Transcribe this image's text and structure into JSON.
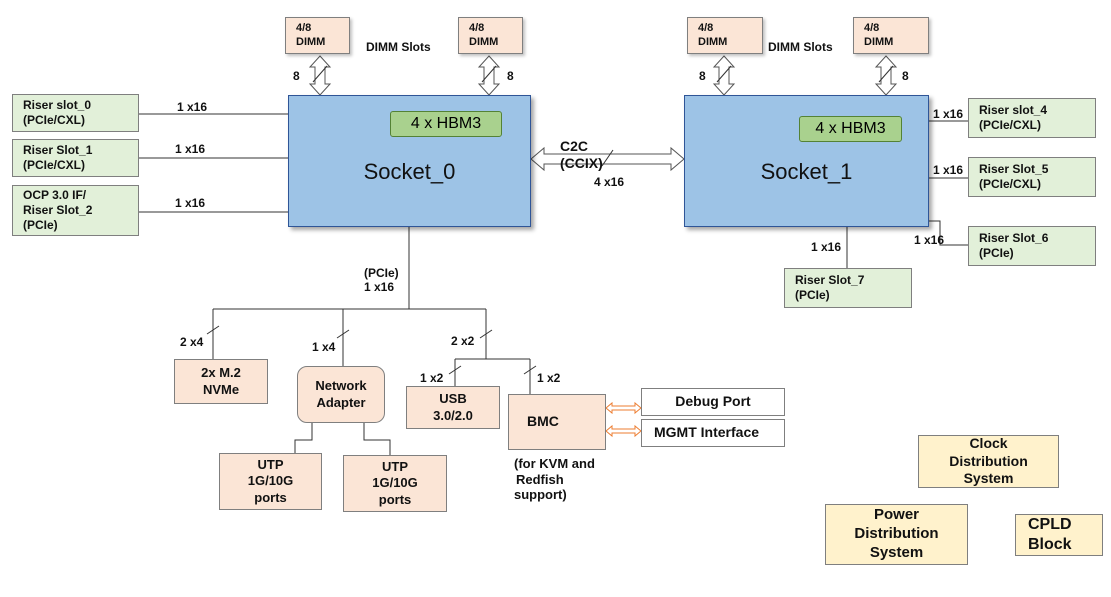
{
  "sockets": {
    "socket0": {
      "name": "Socket_0",
      "hbm": "4 x HBM3"
    },
    "socket1": {
      "name": "Socket_1",
      "hbm": "4 x HBM3"
    }
  },
  "dimm": {
    "box_line1": "4/8",
    "box_line2": "DIMM",
    "slots_label": "DIMM Slots",
    "channel_count": "8"
  },
  "risers": {
    "slot0": [
      "Riser slot_0",
      "(PCIe/CXL)"
    ],
    "slot1": [
      "Riser Slot_1",
      "(PCIe/CXL)"
    ],
    "slot2": [
      "OCP 3.0 IF/",
      "Riser Slot_2",
      "(PCIe)"
    ],
    "slot4": [
      "Riser slot_4",
      "(PCIe/CXL)"
    ],
    "slot5": [
      "Riser Slot_5",
      "(PCIe/CXL)"
    ],
    "slot6": [
      "Riser Slot_6",
      "(PCIe)"
    ],
    "slot7": [
      "Riser Slot_7",
      "(PCIe)"
    ]
  },
  "link_labels": {
    "x16": "1 x16",
    "x4_1": "1 x4",
    "x4_2": "2 x4",
    "x2_1": "1 x2",
    "x2_2": "2 x2",
    "pcie": "(PCIe)",
    "c2c": "C2C",
    "ccix": "(CCIX)",
    "c2c_width": "4 x16"
  },
  "devices": {
    "m2": [
      "2x M.2",
      "NVMe"
    ],
    "network": [
      "Network",
      "Adapter"
    ],
    "utp": [
      "UTP",
      "1G/10G",
      "ports"
    ],
    "usb": [
      "USB",
      "3.0/2.0"
    ],
    "bmc": "BMC",
    "bmc_note": [
      "(for KVM and",
      "Redfish",
      "support)"
    ],
    "debug_port": "Debug Port",
    "mgmt_interface": "MGMT Interface"
  },
  "system_blocks": {
    "clock": [
      "Clock",
      "Distribution",
      "System"
    ],
    "power": [
      "Power",
      "Distribution",
      "System"
    ],
    "cpld": [
      "CPLD",
      "Block"
    ]
  },
  "colors": {
    "socket_fill": "#9dc3e6",
    "hbm_fill": "#a9d18e",
    "riser_fill": "#e2f0d9",
    "device_fill": "#fbe5d6",
    "system_fill": "#fff2cc",
    "arrow_orange": "#ed7d31"
  }
}
